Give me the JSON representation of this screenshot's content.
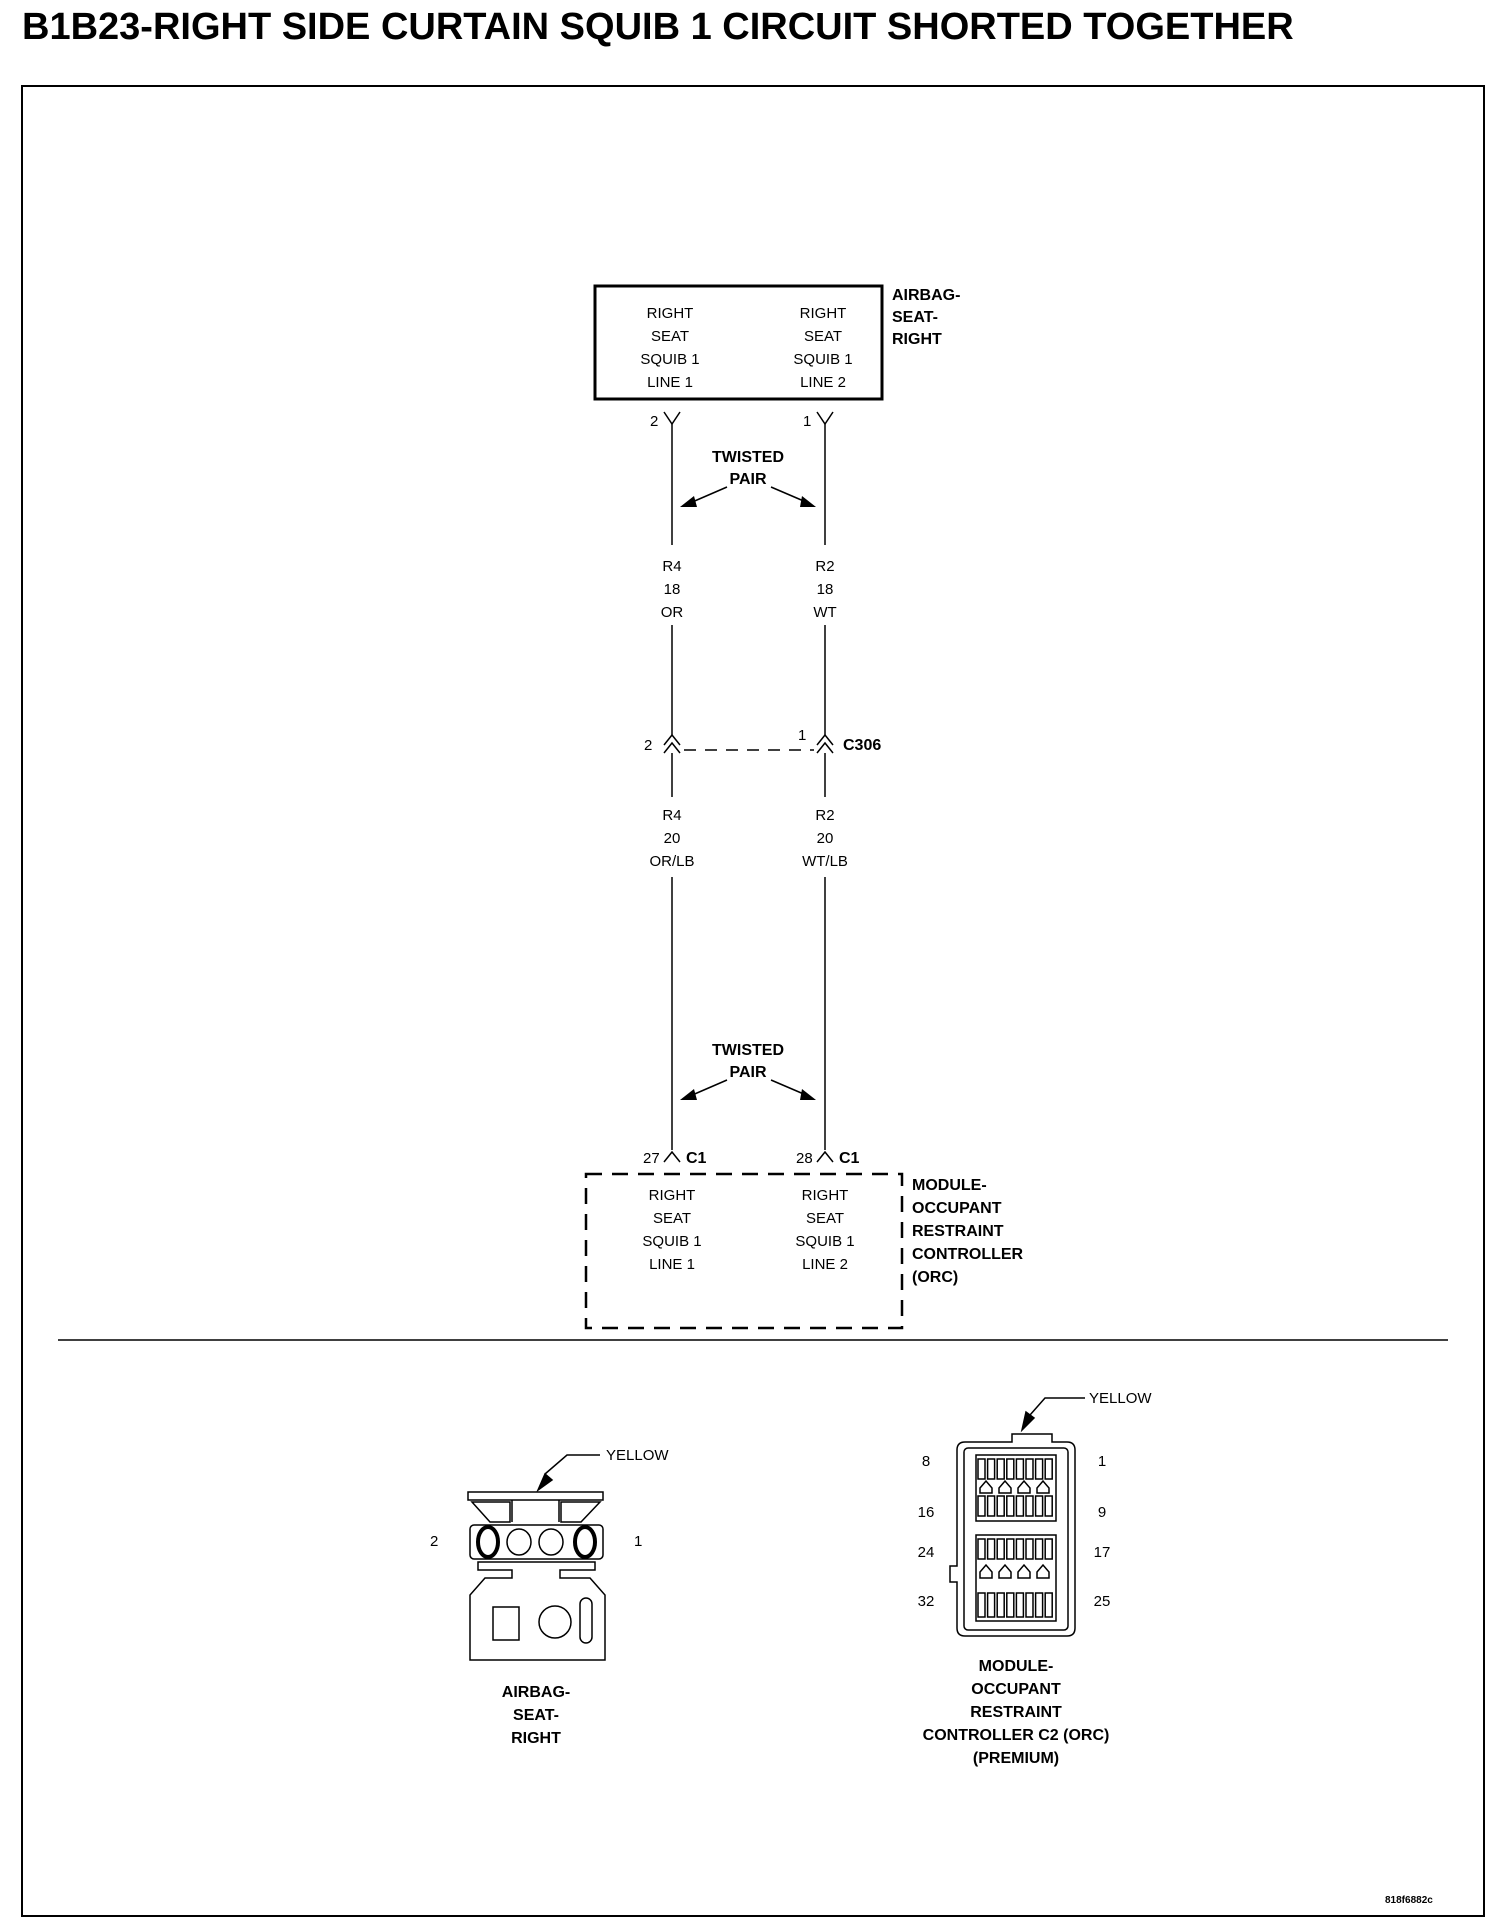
{
  "title": "B1B23-RIGHT SIDE CURTAIN SQUIB 1 CIRCUIT SHORTED TOGETHER",
  "airbag_module": {
    "name_lines": [
      "AIRBAG-",
      "SEAT-",
      "RIGHT"
    ],
    "pin_a": {
      "lines": [
        "RIGHT",
        "SEAT",
        "SQUIB 1",
        "LINE 1"
      ],
      "pin": "2"
    },
    "pin_b": {
      "lines": [
        "RIGHT",
        "SEAT",
        "SQUIB 1",
        "LINE 2"
      ],
      "pin": "1"
    }
  },
  "twisted_pair_label": [
    "TWISTED",
    "PAIR"
  ],
  "wires_upper": {
    "left": [
      "R4",
      "18",
      "OR"
    ],
    "right": [
      "R2",
      "18",
      "WT"
    ]
  },
  "connector_c306": {
    "name": "C306",
    "pin_left": "2",
    "pin_right": "1"
  },
  "wires_lower": {
    "left": [
      "R4",
      "20",
      "OR/LB"
    ],
    "right": [
      "R2",
      "20",
      "WT/LB"
    ]
  },
  "orc_module": {
    "name_lines": [
      "MODULE-",
      "OCCUPANT",
      "RESTRAINT",
      "CONTROLLER",
      "(ORC)"
    ],
    "connector": "C1",
    "pin_left": "27",
    "pin_right": "28",
    "pin_a": {
      "lines": [
        "RIGHT",
        "SEAT",
        "SQUIB 1",
        "LINE 1"
      ]
    },
    "pin_b": {
      "lines": [
        "RIGHT",
        "SEAT",
        "SQUIB 1",
        "LINE 2"
      ]
    }
  },
  "airbag_connector_view": {
    "color": "YELLOW",
    "pin_left": "2",
    "pin_right": "1",
    "caption": [
      "AIRBAG-",
      "SEAT-",
      "RIGHT"
    ]
  },
  "orc_connector_view": {
    "color": "YELLOW",
    "pins_left": [
      "8",
      "16",
      "24",
      "32"
    ],
    "pins_right": [
      "1",
      "9",
      "17",
      "25"
    ],
    "caption": [
      "MODULE-",
      "OCCUPANT",
      "RESTRAINT",
      "CONTROLLER C2 (ORC)",
      "(PREMIUM)"
    ]
  },
  "figure_code": "818f6882c"
}
